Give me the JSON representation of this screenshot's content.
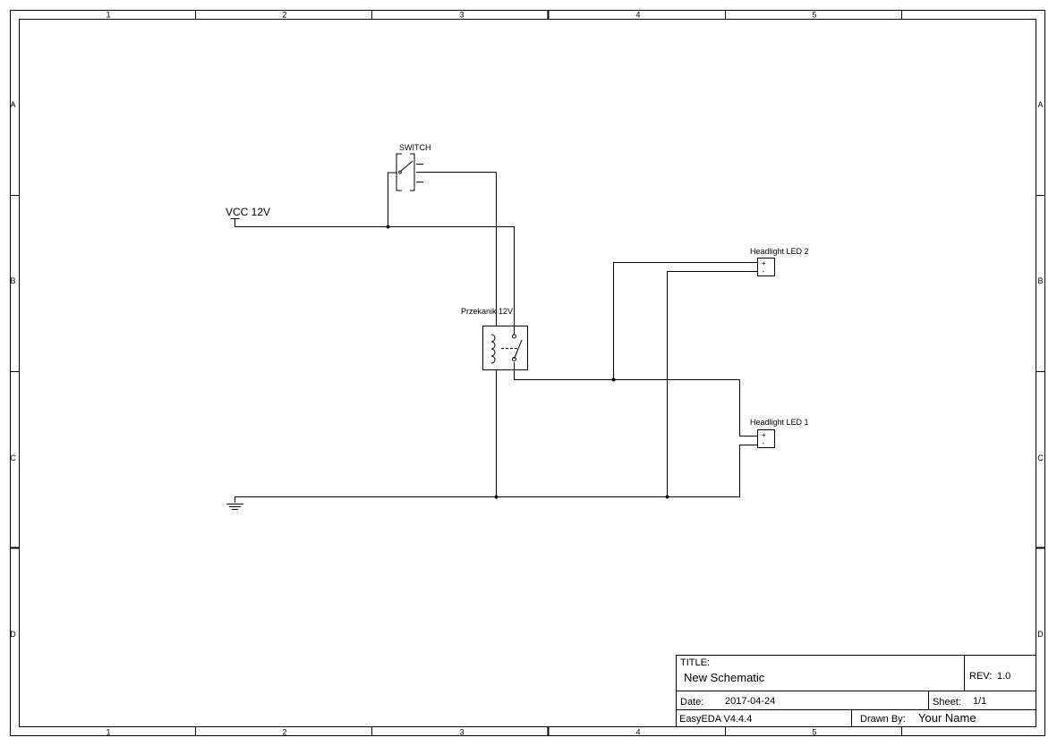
{
  "frame": {
    "columns": [
      "1",
      "2",
      "3",
      "4",
      "5"
    ],
    "rows": [
      "A",
      "B",
      "C",
      "D"
    ]
  },
  "components": {
    "switch": "SWITCH",
    "vcc": "VCC 12V",
    "relay": "Przekanik 12V",
    "led2": "Headlight LED 2",
    "led1": "Headlight LED 1",
    "led_plus": "+",
    "led_minus": "-"
  },
  "title_block": {
    "title_label": "TITLE:",
    "title_value": "New Schematic",
    "rev_label": "REV:",
    "rev_value": "1.0",
    "date_label": "Date:",
    "date_value": "2017-04-24",
    "sheet_label": "Sheet:",
    "sheet_value": "1/1",
    "software": "EasyEDA V4.4.4",
    "drawn_by_label": "Drawn By:",
    "drawn_by_value": "Your Name"
  }
}
